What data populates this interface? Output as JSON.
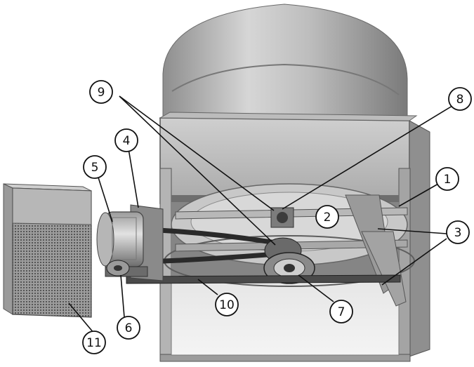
{
  "figure": {
    "callouts": [
      {
        "label": "1"
      },
      {
        "label": "2"
      },
      {
        "label": "3"
      },
      {
        "label": "4"
      },
      {
        "label": "5"
      },
      {
        "label": "6"
      },
      {
        "label": "7"
      },
      {
        "label": "8"
      },
      {
        "label": "9"
      },
      {
        "label": "10"
      },
      {
        "label": "11"
      }
    ]
  },
  "colors": {
    "steel_light": "#d9d9d9",
    "steel_mid": "#a8a8a8",
    "steel_dark": "#5a5a5a",
    "belt": "#2a2a2a",
    "leader_line": "#111111"
  }
}
